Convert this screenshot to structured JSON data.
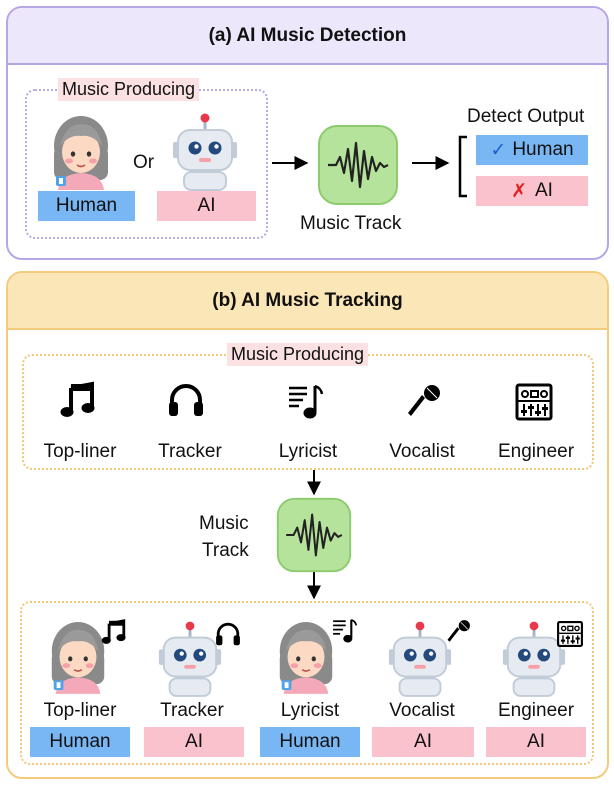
{
  "panel_a": {
    "title": "(a) AI Music Detection",
    "music_producing": "Music Producing",
    "or_text": "Or",
    "human_label": "Human",
    "ai_label": "AI",
    "music_track": "Music Track",
    "detect_output": "Detect Output",
    "check_mark": "✓",
    "cross_mark": "✗",
    "out_human": "Human",
    "out_ai": "AI"
  },
  "panel_b": {
    "title": "(b) AI Music Tracking",
    "music_producing": "Music Producing",
    "roles": [
      {
        "label": "Top-liner",
        "icon": "music-note-icon"
      },
      {
        "label": "Tracker",
        "icon": "headphones-icon"
      },
      {
        "label": "Lyricist",
        "icon": "lyrics-note-icon"
      },
      {
        "label": "Vocalist",
        "icon": "microphone-icon"
      },
      {
        "label": "Engineer",
        "icon": "mixer-icon"
      }
    ],
    "music_track_line1": "Music",
    "music_track_line2": "Track",
    "results": [
      {
        "role": "Top-liner",
        "source": "Human"
      },
      {
        "role": "Tracker",
        "source": "AI"
      },
      {
        "role": "Lyricist",
        "source": "Human"
      },
      {
        "role": "Vocalist",
        "source": "AI"
      },
      {
        "role": "Engineer",
        "source": "AI"
      }
    ]
  },
  "colors": {
    "human_tag": "#79b6f4",
    "ai_tag": "#f9c2cc",
    "panel_a_border": "#b6a6e6",
    "panel_b_border": "#f2cc7a",
    "waveform_bg": "#b6e39b"
  }
}
